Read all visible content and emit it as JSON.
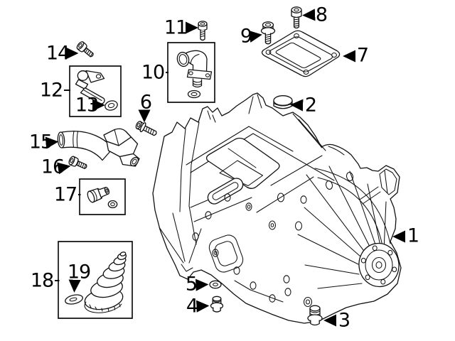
{
  "diagram": {
    "type": "exploded-parts-diagram",
    "subject": "transmission-drive-unit",
    "colors": {
      "background": "#ffffff",
      "line": "#111111"
    },
    "callouts": [
      {
        "label": "1",
        "part": "drive-unit-housing"
      },
      {
        "label": "2",
        "part": "cap"
      },
      {
        "label": "3",
        "part": "drain-plug"
      },
      {
        "label": "4",
        "part": "plug"
      },
      {
        "label": "5",
        "part": "seal-washer"
      },
      {
        "label": "6",
        "part": "flange-bolt"
      },
      {
        "label": "7",
        "part": "cover-gasket"
      },
      {
        "label": "8",
        "part": "socket-screw"
      },
      {
        "label": "9",
        "part": "flange-screw"
      },
      {
        "label": "10",
        "part": "connector-elbow-kit"
      },
      {
        "label": "11",
        "part": "socket-screw"
      },
      {
        "label": "12",
        "part": "speed-sensor-kit"
      },
      {
        "label": "13",
        "part": "o-ring"
      },
      {
        "label": "14",
        "part": "socket-screw"
      },
      {
        "label": "15",
        "part": "hose-assembly"
      },
      {
        "label": "16",
        "part": "socket-screw"
      },
      {
        "label": "17",
        "part": "plug-fitting-kit"
      },
      {
        "label": "18",
        "part": "boot-kit"
      },
      {
        "label": "19",
        "part": "washer"
      }
    ]
  }
}
